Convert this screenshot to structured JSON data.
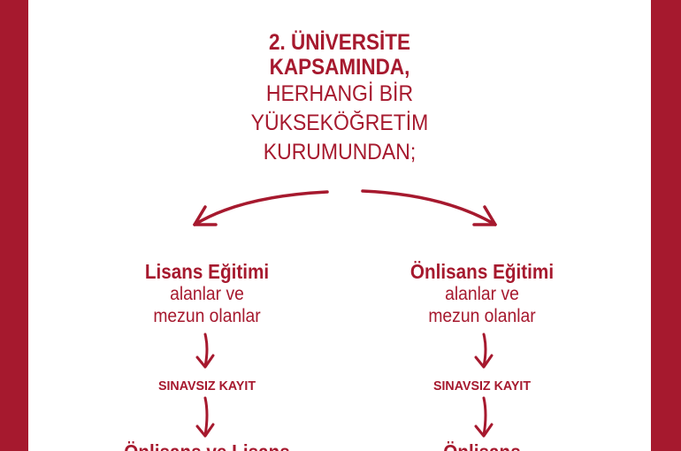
{
  "header": {
    "line1": "2. ÜNİVERSİTE",
    "line2": "KAPSAMINDA,",
    "line3": "HERHANGİ BİR",
    "line4": "YÜKSEKÖĞRETİM",
    "line5": "KURUMUNDAN;"
  },
  "columns": [
    {
      "title": "Lisans Eğitimi",
      "desc1": "alanlar ve",
      "desc2": "mezun olanlar",
      "kayit": "SINAVSIZ KAYIT",
      "result": "Önlisans ve Lisans"
    },
    {
      "title": "Önlisans Eğitimi",
      "desc1": "alanlar ve",
      "desc2": "mezun olanlar",
      "kayit": "SINAVSIZ KAYIT",
      "result": "Önlisans"
    }
  ],
  "colors": {
    "accent": "#a6192e",
    "background": "#ffffff"
  }
}
